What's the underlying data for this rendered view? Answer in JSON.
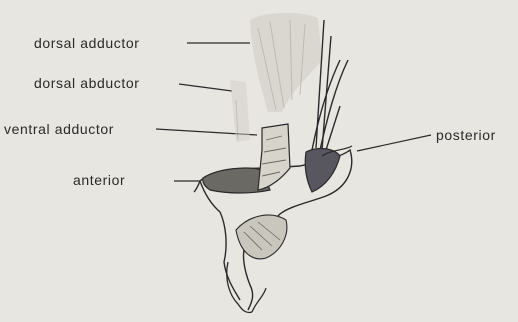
{
  "labels": {
    "dorsal_adductor": "dorsal adductor",
    "dorsal_abductor": "dorsal abductor",
    "ventral_adductor": "ventral adductor",
    "anterior": "anterior",
    "posterior": "posterior"
  },
  "colors": {
    "background": "#e8e6e1",
    "ink": "#2a2a2a",
    "muscle_fill": "#cfccc4"
  }
}
